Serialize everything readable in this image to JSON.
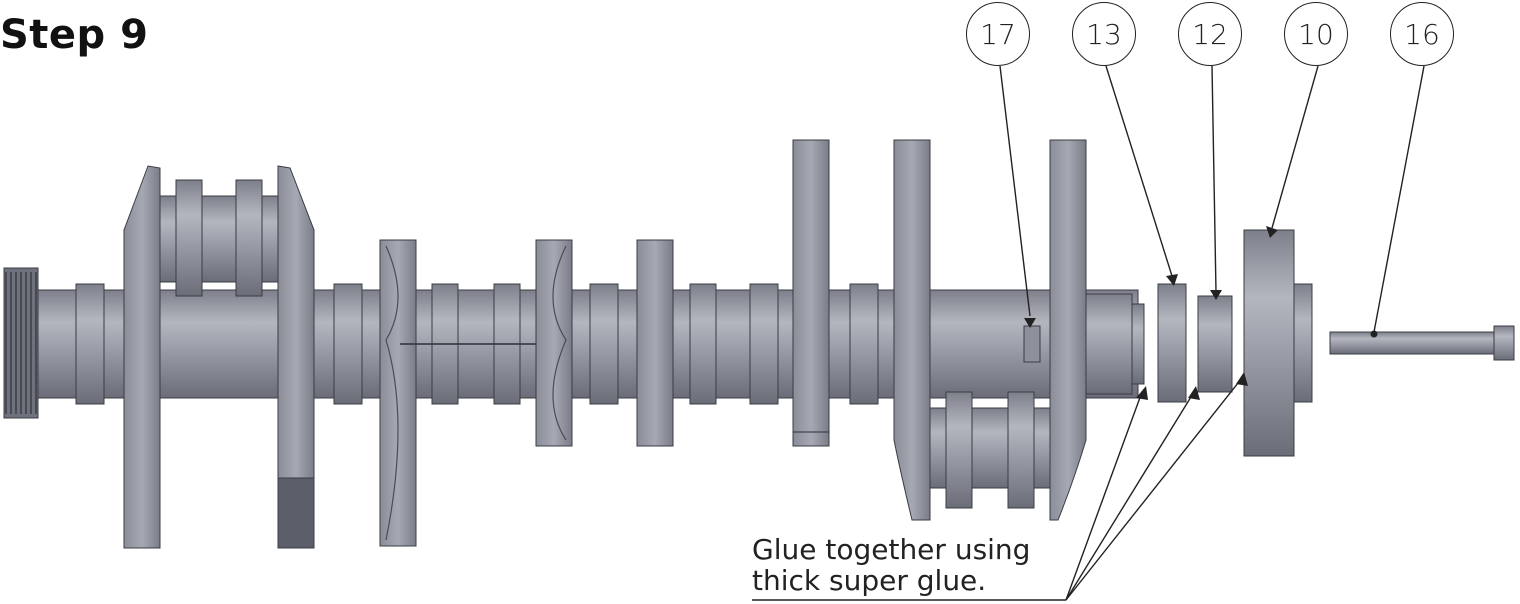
{
  "step": {
    "title": "Step 9"
  },
  "callouts": [
    "17",
    "13",
    "12",
    "10",
    "16"
  ],
  "note": {
    "line1": "Glue together using",
    "line2": "thick super glue."
  },
  "colors": {
    "part_fill": "#9ea1ac",
    "part_dark": "#6b6e79",
    "part_light": "#c4c6cf",
    "line": "#222222"
  }
}
